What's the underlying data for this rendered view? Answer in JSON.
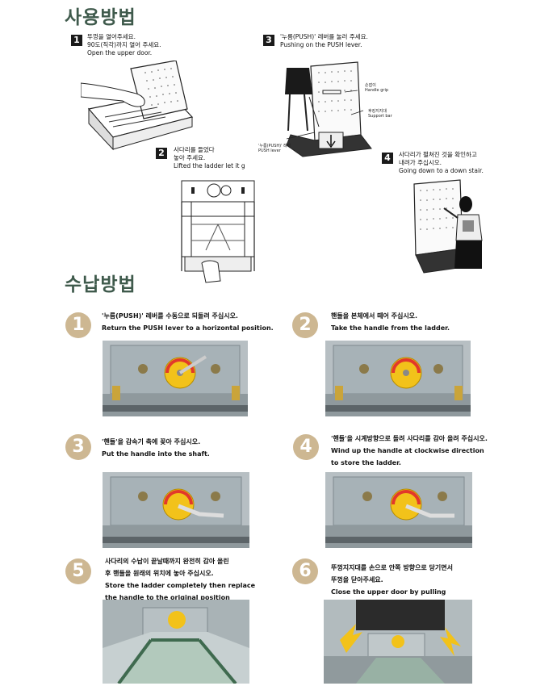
{
  "usage": {
    "title": "사용방법",
    "steps": [
      {
        "num": "1",
        "lines": [
          "뚜껑을 열어주세요.",
          "90도(직각)까지 열어 주세요.",
          "Open the upper door."
        ]
      },
      {
        "num": "2",
        "lines": [
          "사다리를 들었다",
          "놓아 주세요.",
          "Lifted the ladder let it g"
        ]
      },
      {
        "num": "3",
        "lines": [
          "'누름(PUSH)' 레버를 눌러 주세요.",
          "Pushing on the PUSH lever."
        ],
        "labels": {
          "grip_ko": "손잡이",
          "grip_en": "Handle grip",
          "bar_ko": "후킹지지대",
          "bar_en": "Support bar",
          "lever_ko": "'누름(PUSH)' 레버",
          "lever_en": "PUSH lever"
        }
      },
      {
        "num": "4",
        "lines": [
          "사다리가 펼쳐진 것을 확인하고",
          "내려가 주십시오.",
          "Going down to a down stair."
        ]
      }
    ]
  },
  "storage": {
    "title": "수납방법",
    "steps": [
      {
        "num": "1",
        "ko": "'누름(PUSH)' 레버를 수동으로 되돌려 주십시오.",
        "en": [
          "Return the PUSH lever to a horizontal position."
        ]
      },
      {
        "num": "2",
        "ko": "핸들을 본체에서 떼어 주십시오.",
        "en": [
          "Take the handle from the ladder."
        ]
      },
      {
        "num": "3",
        "ko": "'핸들'을 감속기 축에 꽂아 주십시오.",
        "en": [
          "Put the handle into the shaft."
        ]
      },
      {
        "num": "4",
        "ko": "'핸들'을 시계방향으로 돌려 사다리를 감아 올려 주십시오.",
        "en": [
          "Wind up the handle at clockwise direction",
          "to store  the ladder."
        ]
      },
      {
        "num": "5",
        "ko": [
          "사다리의 수납이 끝날때까지 완전히 감아 올린",
          "후 핸들을 원래의 위치에 놓아 주십시오."
        ],
        "en": [
          "Store the ladder completely then replace",
          "the handle to the original position"
        ]
      },
      {
        "num": "6",
        "ko": [
          "뚜껑지지대를 손으로 안쪽 방향으로 당기면서",
          "뚜껑을 닫아주세요."
        ],
        "en": [
          "Close the upper door by pulling"
        ]
      }
    ]
  },
  "colors": {
    "title": "#3f5a4c",
    "circle": "#cdb792",
    "gauge": "#f2c21a",
    "arrow": "#f2c21a"
  }
}
